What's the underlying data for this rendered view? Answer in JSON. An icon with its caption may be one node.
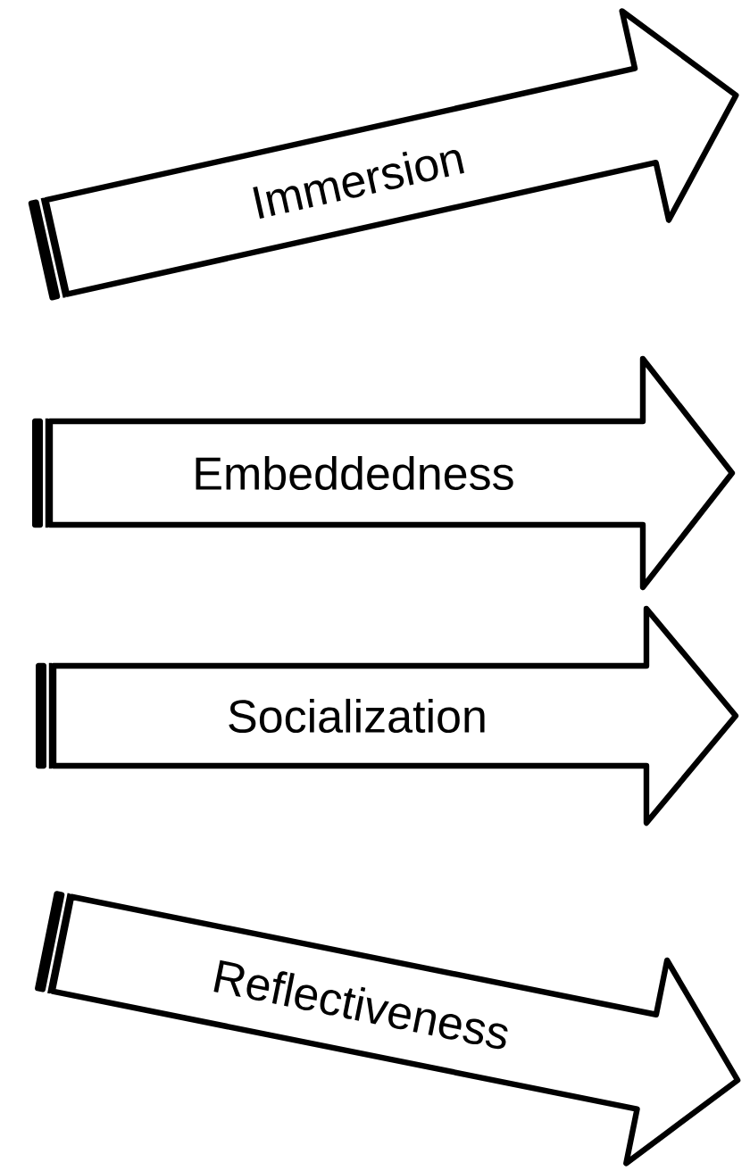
{
  "diagram": {
    "nodes": [
      {
        "text": [
          "Immersion"
        ]
      },
      {
        "text": [
          "Embeddedness"
        ]
      },
      {
        "text": [
          "Socialization"
        ]
      },
      {
        "text": [
          "Reflectiveness"
        ]
      }
    ]
  }
}
